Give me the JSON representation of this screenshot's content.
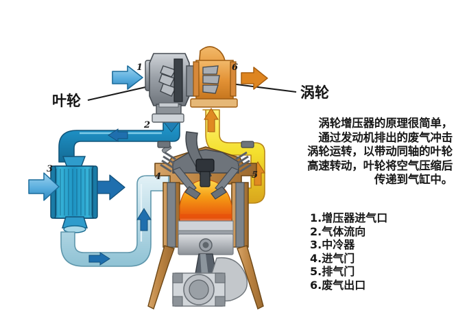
{
  "diagram": {
    "title_labels": {
      "impeller": "叶轮",
      "turbine": "涡轮"
    },
    "callout_numbers": {
      "n1": "1",
      "n2": "2",
      "n3": "3",
      "n4": "4",
      "n5": "5",
      "n6": "6"
    },
    "paragraph": "涡轮增压器的原理很简单，\n通过发动机排出的废气冲击\n涡轮运转，以带动同轴的叶轮\n高速转动，叶轮将空气压缩后\n传递到气缸中。",
    "legend": {
      "items": [
        "1.增压器进气口",
        "2.气体流向",
        "3.中冷器",
        "4.进气门",
        "5.排气门",
        "6.废气出口"
      ]
    },
    "colors": {
      "intake_air_light": "#6cb8e0",
      "intake_pipe_cool": "#bcdce8",
      "intake_pipe_cold": "#2f9ccc",
      "arrow_blue": "#1f6fae",
      "exhaust_yellow": "#f5e03c",
      "exhaust_orange": "#e08a22",
      "turbine_housing": "#e8a04a",
      "compressor_housing": "#9aa0a8",
      "engine_block": "#c08a4a",
      "combustion_flame": "#f07a10",
      "piston_grey": "#b9bcc0",
      "outline": "#2a2a2a"
    }
  }
}
